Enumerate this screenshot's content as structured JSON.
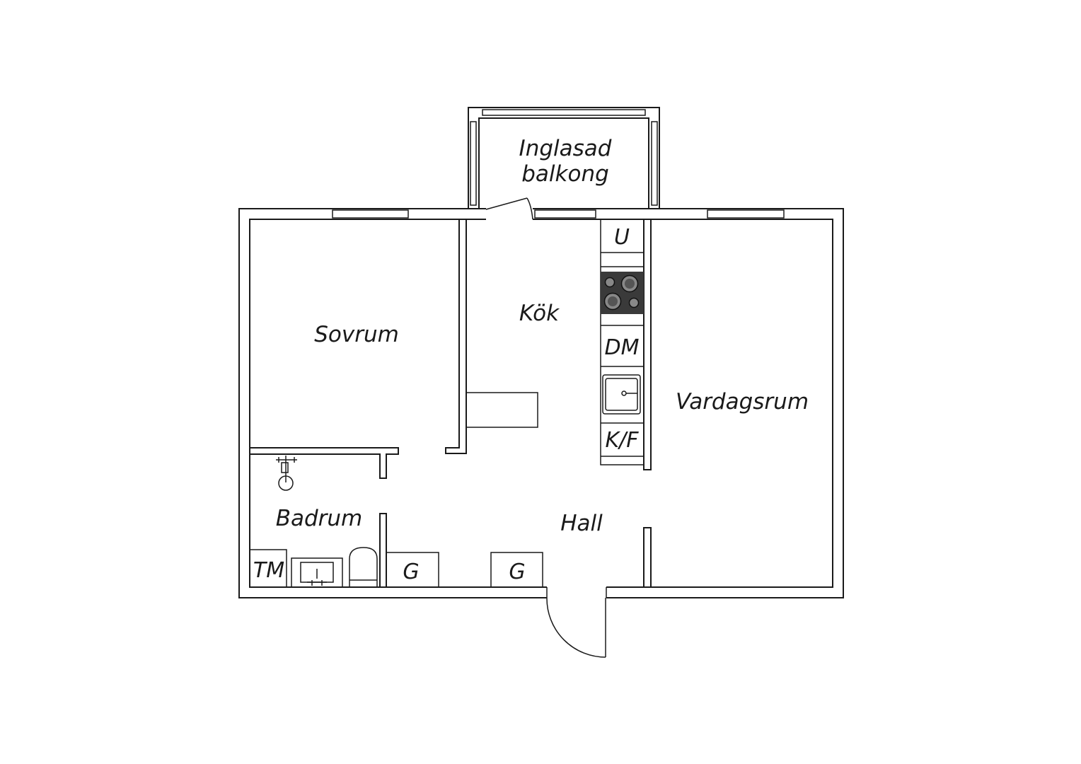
{
  "rooms": {
    "balcony_line1": "Inglasad",
    "balcony_line2": "balkong",
    "kitchen": "Kök",
    "bedroom": "Sovrum",
    "living_room": "Vardagsrum",
    "bathroom": "Badrum",
    "hall": "Hall"
  },
  "fixtures": {
    "freezer": "U",
    "dishwasher": "DM",
    "fridge_freezer": "K/F",
    "washer": "TM",
    "wardrobe_1": "G",
    "wardrobe_2": "G"
  },
  "colors": {
    "line": "#1a1a1a",
    "background": "#ffffff",
    "stove": "#3a3a3a"
  }
}
